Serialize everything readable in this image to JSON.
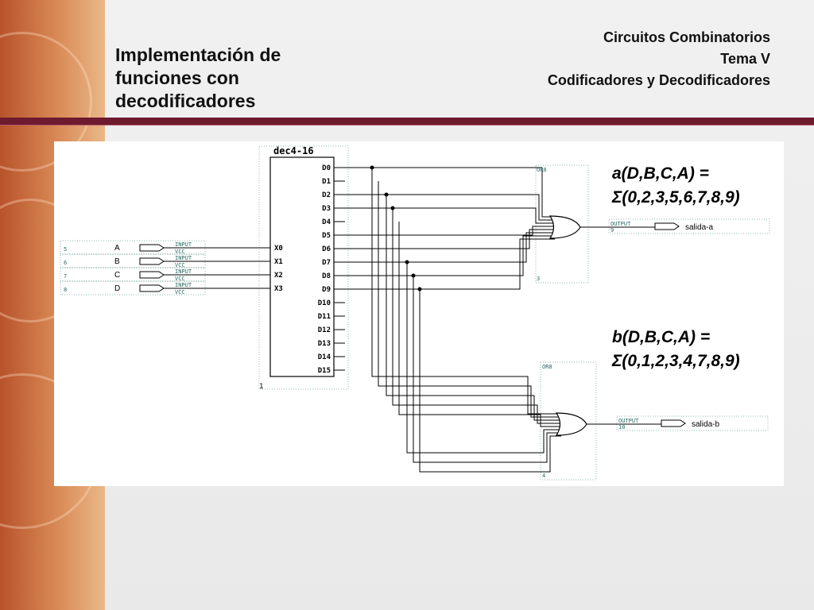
{
  "header": {
    "title_lines": [
      "Implementación de",
      "funciones con",
      "decodificadores"
    ],
    "course_lines": [
      "Circuitos Combinatorios",
      "Tema V",
      "Codificadores y Decodificadores"
    ]
  },
  "colors": {
    "header_rule": "#6e1a2f",
    "side_strip": "#c8683a",
    "panel_background": "#ffffff",
    "wire": "#000000",
    "dotted_outline": "#8fb8b0"
  },
  "schematic": {
    "decoder": {
      "name": "dec4-16",
      "inputs": [
        "X0",
        "X1",
        "X2",
        "X3"
      ],
      "outputs": [
        "D0",
        "D1",
        "D2",
        "D3",
        "D4",
        "D5",
        "D6",
        "D7",
        "D8",
        "D9",
        "D10",
        "D11",
        "D12",
        "D13",
        "D14",
        "D15"
      ],
      "instance": "1"
    },
    "input_pins": [
      {
        "label": "A",
        "pin": "5",
        "tag": "INPUT",
        "vcc": "VCC"
      },
      {
        "label": "B",
        "pin": "6",
        "tag": "INPUT",
        "vcc": "VCC"
      },
      {
        "label": "C",
        "pin": "7",
        "tag": "INPUT",
        "vcc": "VCC"
      },
      {
        "label": "D",
        "pin": "8",
        "tag": "INPUT",
        "vcc": "VCC"
      }
    ],
    "gate_a": {
      "type": "OR8",
      "instance": "3"
    },
    "gate_b": {
      "type": "OR8",
      "instance": "4"
    },
    "outputs": [
      {
        "name": "salida-a",
        "tag": "OUTPUT",
        "pin": "9"
      },
      {
        "name": "salida-b",
        "tag": "OUTPUT",
        "pin": "10"
      }
    ]
  },
  "formulas": {
    "a": {
      "line1": "a(D,B,C,A) =",
      "line2": "Σ(0,2,3,5,6,7,8,9)"
    },
    "b": {
      "line1": "b(D,B,C,A) =",
      "line2": "Σ(0,1,2,3,4,7,8,9)"
    }
  }
}
